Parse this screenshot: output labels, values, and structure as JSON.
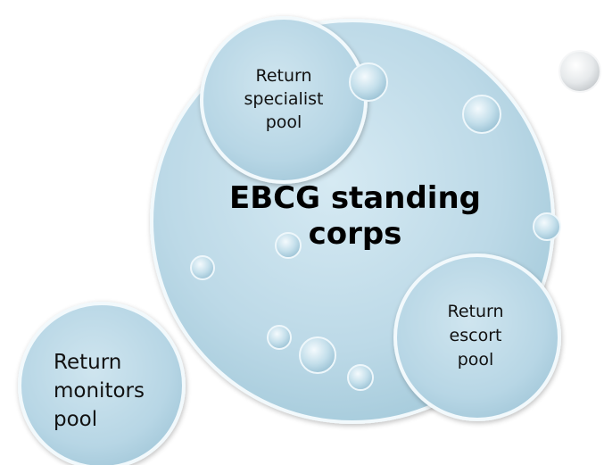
{
  "diagram": {
    "main_bubble": {
      "label": "EBCG standing\ncorps"
    },
    "sub_bubbles": [
      {
        "id": "specialist",
        "label": "Return\nspecialist\npool"
      },
      {
        "id": "escort",
        "label": "Return\nescort\npool"
      },
      {
        "id": "monitors",
        "label": "Return\nmonitors\npool"
      }
    ],
    "colors": {
      "bubble_fill": "#bfdbe8",
      "bubble_edge": "#eef7fb",
      "bubble_shadow": "#9ec3d3",
      "text": "#000000"
    }
  }
}
